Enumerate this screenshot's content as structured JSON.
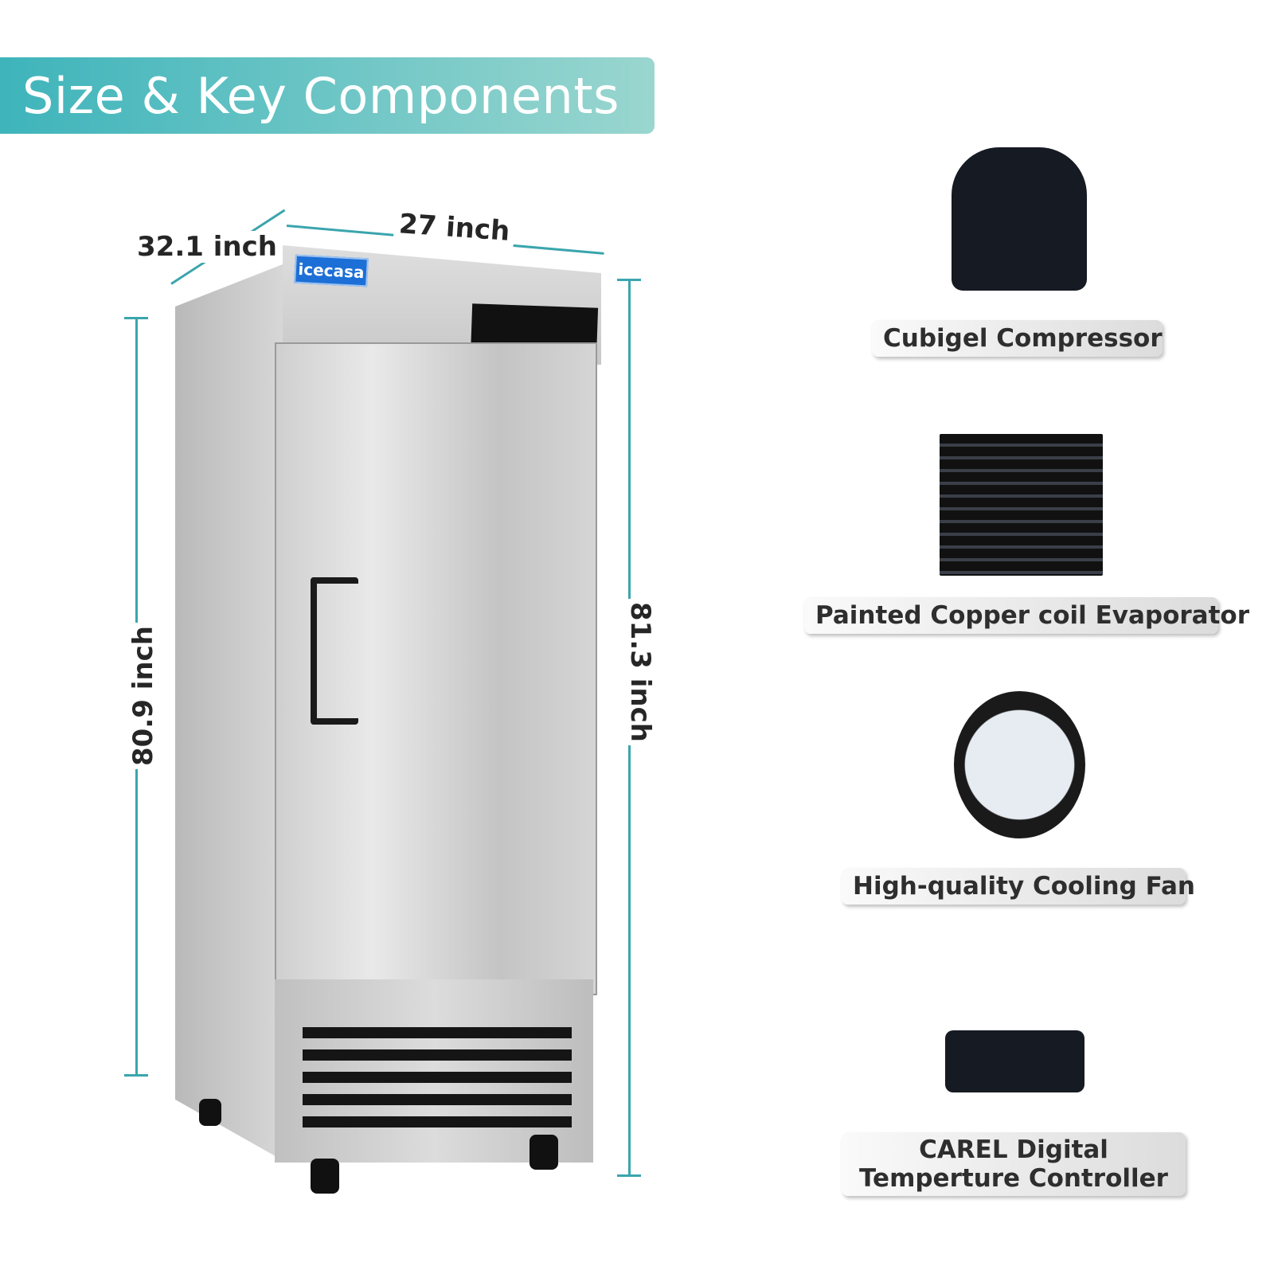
{
  "title": "Size & Key Components",
  "brand": "icecasa",
  "dimensions": {
    "depth": "32.1 inch",
    "width": "27 inch",
    "height_left": "80.9 inch",
    "height_right": "81.3 inch"
  },
  "colors": {
    "accent": "#3eb4bb",
    "accent_light": "#9ad6cf"
  },
  "components": [
    {
      "label": "Cubigel Compressor",
      "icon": "compressor-image"
    },
    {
      "label": "Painted Copper coil Evaporator",
      "icon": "evaporator-image"
    },
    {
      "label": "High-quality Cooling Fan",
      "icon": "cooling-fan-image"
    },
    {
      "label": "CAREL Digital Temperture Controller",
      "icon": "controller-image"
    }
  ]
}
